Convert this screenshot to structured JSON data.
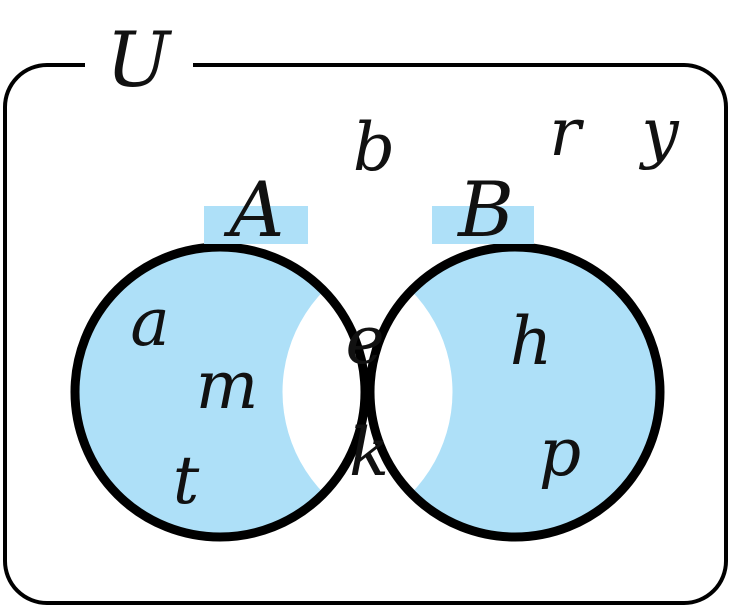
{
  "universe": {
    "label": "U",
    "outside_elements": [
      "b",
      "r",
      "y"
    ]
  },
  "sets": {
    "A": {
      "label": "A",
      "only_elements": [
        "a",
        "m",
        "t"
      ]
    },
    "B": {
      "label": "B",
      "only_elements": [
        "h",
        "p"
      ]
    },
    "intersection": {
      "elements": [
        "e",
        "k"
      ]
    }
  },
  "colors": {
    "shaded_region": "#aee0f8",
    "outline": "#000000",
    "background": "#ffffff"
  }
}
